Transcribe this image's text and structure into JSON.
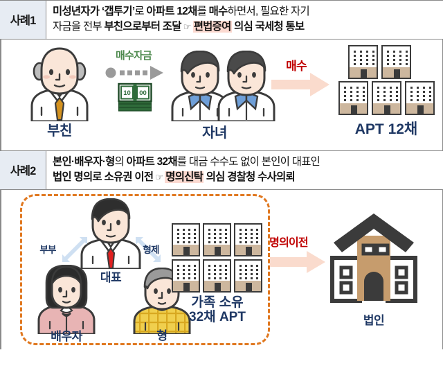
{
  "cases": [
    {
      "tag": "사례1",
      "lines": [
        [
          {
            "t": "미성년자가 ",
            "w": "b"
          },
          {
            "t": "‘갭투기’",
            "w": "b"
          },
          {
            "t": "로 ",
            "w": "n"
          },
          {
            "t": "아파트 12채",
            "w": "b"
          },
          {
            "t": "를 ",
            "w": "n"
          },
          {
            "t": "매수",
            "w": "b"
          },
          {
            "t": "하면서, 필요한 자기",
            "w": "n"
          }
        ],
        [
          {
            "t": "자금을 전부 ",
            "w": "n"
          },
          {
            "t": "부친으로부터 조달",
            "w": "b"
          },
          {
            "t": "☞",
            "w": "hand"
          },
          {
            "t": "편법증여",
            "w": "hl"
          },
          {
            "t": " 의심 국세청 통보",
            "w": "b"
          }
        ]
      ]
    },
    {
      "tag": "사례2",
      "lines": [
        [
          {
            "t": "본인·배우자·형",
            "w": "b"
          },
          {
            "t": "의 ",
            "w": "n"
          },
          {
            "t": "아파트 32채",
            "w": "b"
          },
          {
            "t": "를 대금 수수도 없이 본인이 대표인",
            "w": "n"
          }
        ],
        [
          {
            "t": "법인 명의로 소유권 이전",
            "w": "b"
          },
          {
            "t": "☞",
            "w": "hand"
          },
          {
            "t": "명의신탁",
            "w": "hl"
          },
          {
            "t": " 의심 경찰청 수사의뢰",
            "w": "b"
          }
        ]
      ]
    }
  ],
  "scene1": {
    "father_label": "부친",
    "children_label": "자녀",
    "fund_label": "매수자금",
    "money_left_text": "10",
    "money_right_text": "00",
    "purchase_label": "매수",
    "apt_caption": "APT 12채",
    "apt_count": 5
  },
  "scene2": {
    "rep_label": "대표",
    "spouse_label": "배우자",
    "brother_label": "형",
    "couple_rel_label": "부부",
    "sibling_rel_label": "형제",
    "apt_caption_line1": "가족 소유",
    "apt_caption_line2": "32채 APT",
    "transfer_label": "명의이전",
    "corp_label": "법인",
    "apt_count": 6
  },
  "colors": {
    "navy": "#1f3864",
    "red": "#c00000",
    "green": "#4e8a4e",
    "highlight_pink": "#fbd9d0",
    "tag_bg": "#e7ecf3",
    "dash_orange": "#e07820",
    "arrow_peach": "#fadbcd",
    "arrow_blue": "#cfe0f2",
    "apt_base": "#cdb79e",
    "skin": "#fae6d8",
    "outline": "#3b3b3b",
    "hair_dark": "#3d3d3d",
    "hair_gray": "#9a9a9a",
    "tie_gold": "#d4921f",
    "tie_red": "#e02020",
    "collar_blue": "#6f9fd8",
    "blouse_pink": "#e8b4b4",
    "plaid_yellow": "#f0cf4e",
    "corp_tan": "#c69c6d",
    "corp_roof": "#3b3b3b"
  }
}
